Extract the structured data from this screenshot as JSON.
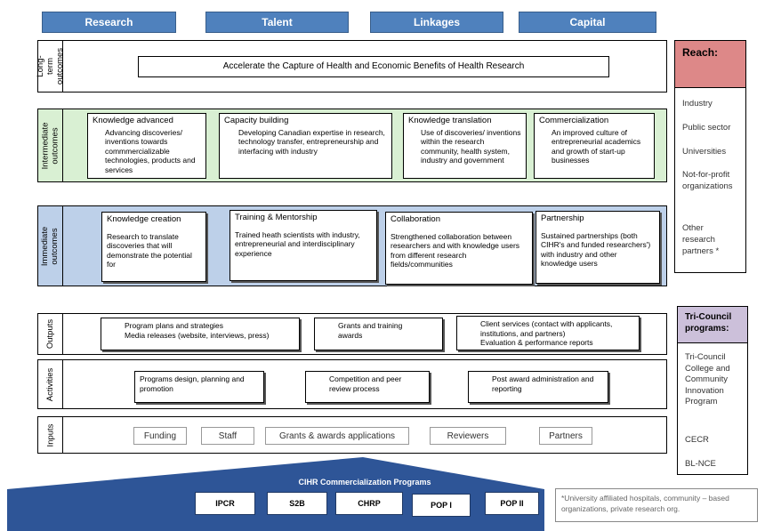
{
  "headers": [
    "Research",
    "Talent",
    "Linkages",
    "Capital"
  ],
  "colors": {
    "header_blue": "#4f81bd",
    "intermediate_green": "#d9f0d3",
    "immediate_blue": "#bdd0e9",
    "reach_red": "#dd8888",
    "tricouncil_purple": "#ccc0da",
    "programs_blue": "#2e5597"
  },
  "long_term": {
    "label": "Long-term outcomes",
    "text": "Accelerate the Capture of Health and Economic Benefits of Health Research"
  },
  "intermediate": {
    "label": "Intermediate outcomes",
    "boxes": [
      {
        "title": "Knowledge advanced",
        "desc": "Advancing discoveries/ inventions towards commmercializable technologies, products and services"
      },
      {
        "title": "Capacity building",
        "desc": "Developing Canadian expertise in research, technology transfer, entrepreneurship and interfacing with industry"
      },
      {
        "title": "Knowledge translation",
        "desc": "Use of discoveries/ inventions within the research community, health system, industry and government"
      },
      {
        "title": "Commercialization",
        "desc": "An improved culture of entrepreneurial academics and growth of start-up businesses"
      }
    ]
  },
  "immediate": {
    "label": "Immediate outcomes",
    "boxes": [
      {
        "title": "Knowledge creation",
        "desc": "Research to translate discoveries that will demonstrate the potential for"
      },
      {
        "title": "Training & Mentorship",
        "desc": "Trained heath scientists with industry, entrepreneurial and interdisciplinary experience"
      },
      {
        "title": "Collaboration",
        "desc": "Strengthened collaboration between researchers and with knowledge users from different research fields/communities"
      },
      {
        "title": "Partnership",
        "desc": "Sustained partnerships (both CIHR's and funded researchers') with industry and other knowledge users"
      }
    ]
  },
  "outputs": {
    "label": "Outputs",
    "boxes": [
      {
        "line1": "Program plans and strategies",
        "line2": "Media releases (website, interviews, press)"
      },
      {
        "line1": "Grants and training",
        "line2": "awards"
      },
      {
        "line1": "Client services (contact with applicants, institutions, and partners)",
        "line2": "Evaluation & performance reports"
      }
    ]
  },
  "activities": {
    "label": "Activities",
    "boxes": [
      "Programs design, planning and promotion",
      "Competition and peer review process",
      "Post award administration and reporting"
    ]
  },
  "inputs": {
    "label": "Inputs",
    "items": [
      "Funding",
      "Staff",
      "Grants & awards applications",
      "Reviewers",
      "Partners"
    ]
  },
  "reach": {
    "title": "Reach:",
    "items": [
      "Industry",
      "Public sector",
      "Universities",
      "Not-for-profit organizations",
      "Other research partners *"
    ]
  },
  "tricouncil": {
    "title": "Tri-Council programs:",
    "items": [
      "Tri-Council College and Community Innovation Program",
      "CECR",
      "BL-NCE"
    ]
  },
  "programs": {
    "title": "CIHR Commercialization Programs",
    "items": [
      "IPCR",
      "S2B",
      "CHRP",
      "POP I",
      "POP II"
    ]
  },
  "footnote": "*University affiliated hospitals, community – based organizations, private research org."
}
